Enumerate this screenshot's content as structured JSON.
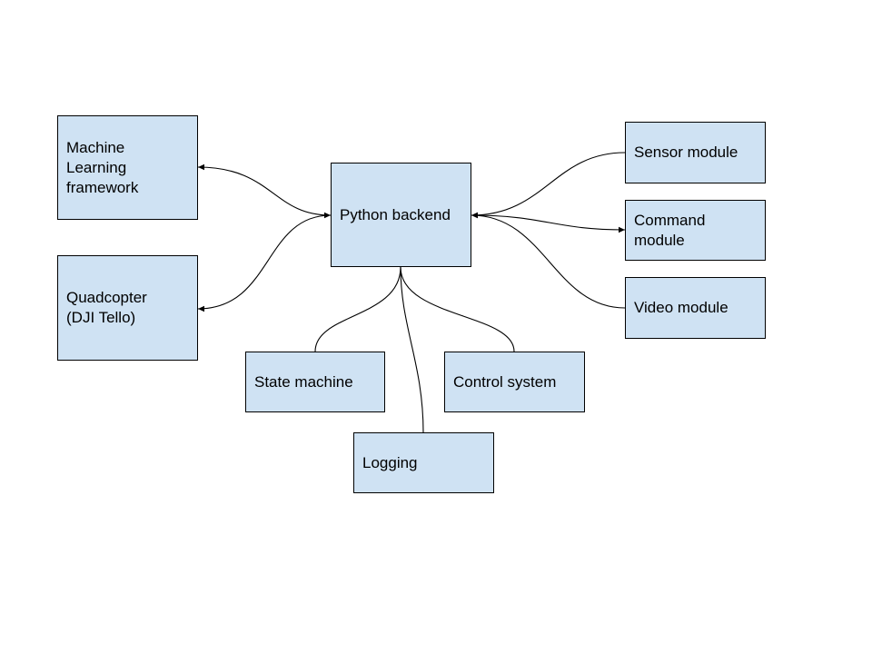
{
  "diagram": {
    "nodes": {
      "ml": "Machine\nLearning\nframework",
      "quad": "Quadcopter\n(DJI Tello)",
      "python": "Python backend",
      "sensor": "Sensor module",
      "command": "Command\nmodule",
      "video": "Video module",
      "state": "State machine",
      "control": "Control system",
      "logging": "Logging"
    },
    "edges": [
      {
        "from": "python",
        "to": "ml",
        "arrow": "to"
      },
      {
        "from": "quad",
        "to": "python",
        "arrow": "both"
      },
      {
        "from": "sensor",
        "to": "python",
        "arrow": "to"
      },
      {
        "from": "python",
        "to": "command",
        "arrow": "to"
      },
      {
        "from": "video",
        "to": "python",
        "arrow": "to"
      },
      {
        "from": "python",
        "to": "state",
        "arrow": "none"
      },
      {
        "from": "python",
        "to": "control",
        "arrow": "none"
      },
      {
        "from": "python",
        "to": "logging",
        "arrow": "none"
      }
    ],
    "colors": {
      "node_fill": "#cfe2f3",
      "stroke": "#000000"
    }
  }
}
